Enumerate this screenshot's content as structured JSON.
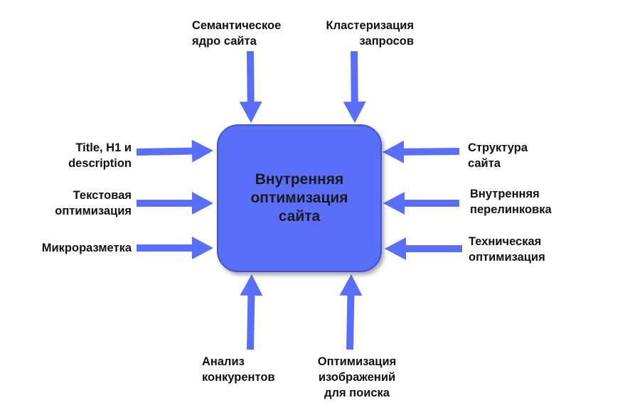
{
  "center": {
    "title": "Внутренняя оптимизация сайта",
    "fill": "#5a6ff9",
    "border": "#3e52d8"
  },
  "arrow_color": "#5a6ff9",
  "labels": {
    "top_left": "Семантическое\nядро сайта",
    "top_right": "Кластеризация\nзапросов",
    "left_1": "Title, H1 и\ndescription",
    "left_2": "Текстовая\nоптимизация",
    "left_3": "Микроразметка",
    "right_1": "Структура\nсайта",
    "right_2": "Внутренняя\nперелинковка",
    "right_3": "Техническая\nоптимизация",
    "bottom_left": "Анализ\nконкурентов",
    "bottom_right": "Оптимизация\nизображений\nдля поиска"
  }
}
